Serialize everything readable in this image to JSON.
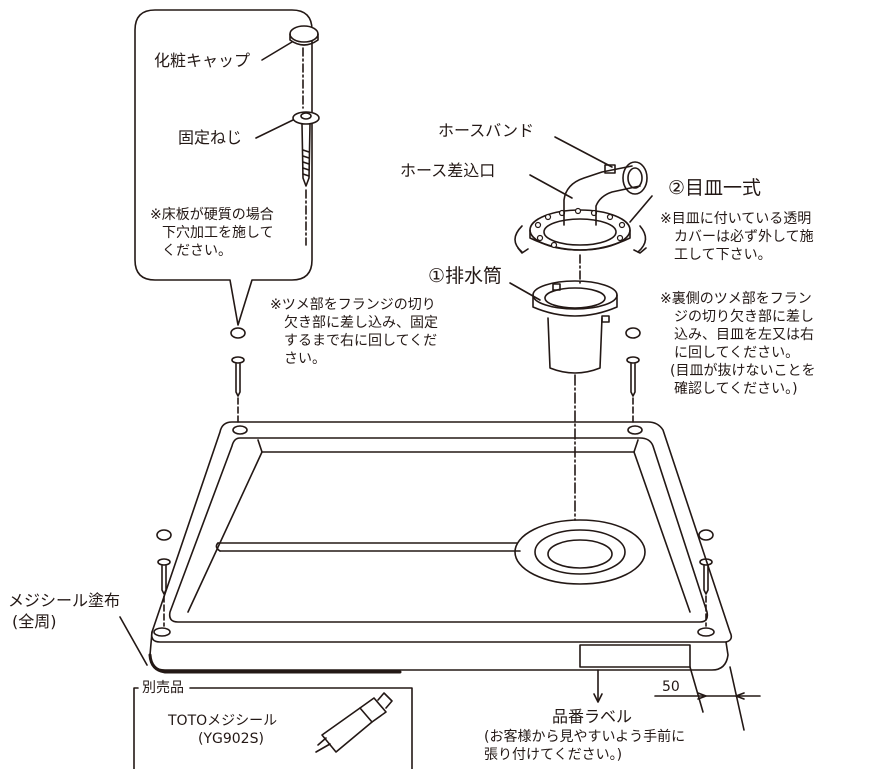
{
  "callout": {
    "cap_label": "化粧キャップ",
    "screw_label": "固定ねじ",
    "note_lines": [
      "※床板が硬質の場合",
      "下穴加工を施して",
      "ください。"
    ]
  },
  "hose": {
    "band_label": "ホースバンド",
    "inlet_label": "ホース差込口"
  },
  "trap": {
    "title": "②目皿一式",
    "note1_lines": [
      "※目皿に付いている透明",
      "カバーは必ず外して施",
      "工して下さい。"
    ],
    "note2_lines": [
      "※裏側のツメ部をフラン",
      "ジの切り欠き部に差し",
      "込み、目皿を左又は右",
      "に回してください。",
      "(目皿が抜けないことを",
      "確認してください。)"
    ]
  },
  "drain": {
    "title": "①排水筒",
    "note_lines": [
      "※ツメ部をフランジの切り",
      "欠き部に差し込み、固定",
      "するまで右に回してくだ",
      "さい。"
    ]
  },
  "sealant": {
    "label_lines": [
      "メジシール塗布",
      "(全周)"
    ]
  },
  "separate": {
    "label": "別売品",
    "product_lines": [
      "TOTOメジシール",
      "(YG902S)"
    ]
  },
  "dimension": {
    "value": "50"
  },
  "product_label": {
    "title": "品番ラベル",
    "note_lines": [
      "(お客様から見やすいよう手前に",
      "張り付けてください。)"
    ]
  }
}
